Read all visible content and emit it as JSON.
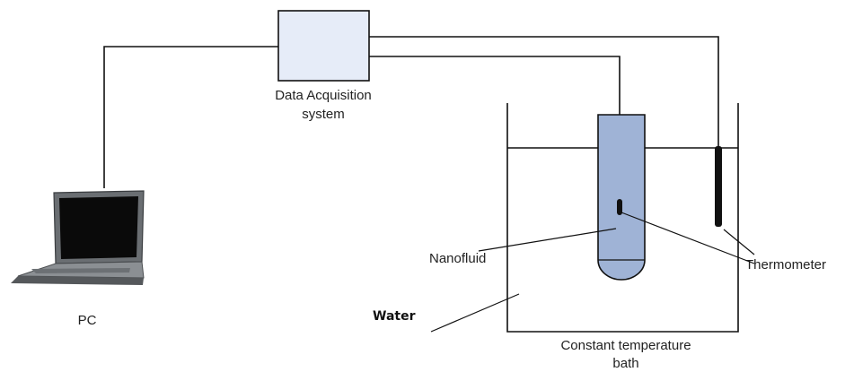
{
  "labels": {
    "daq_line1": "Data Acquisition",
    "daq_line2": "system",
    "pc": "PC",
    "nanofluid": "Nanofluid",
    "thermometer": "Thermometer",
    "water": "Water",
    "bath_line1": "Constant temperature",
    "bath_line2": "bath"
  },
  "colors": {
    "daq_box_fill": "#e6ecf8",
    "test_tube_fill": "#9fb3d6",
    "wire": "#111111",
    "laptop_body": "#5f6366",
    "laptop_screen": "#0a0a0a"
  }
}
